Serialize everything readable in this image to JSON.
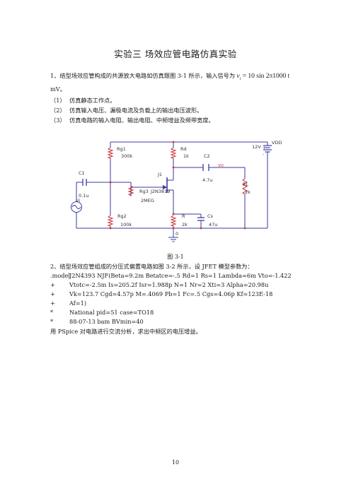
{
  "title": "实验三  场效应管电路仿真实验",
  "q1": {
    "intro": "1、结型场效应管构成的共源放大电路如仿真题图 3-1 所示，输入信号为",
    "eq_var": "v",
    "eq_sub": "i",
    "eq_rest": " = 10 sin 2π1000 t",
    "unit": "mV。",
    "items": [
      {
        "num": "（1）",
        "text": "仿真静态工作点。"
      },
      {
        "num": "（2）",
        "text": "仿真输入电压、漏极电流及负载上的输出电压波形。"
      },
      {
        "num": "（3）",
        "text": "仿真电路的输入电阻、输出电阻、中频增益及频带宽度。"
      }
    ]
  },
  "circuit": {
    "labels": {
      "rg1": "Rg1",
      "rg1_val": "300k",
      "rd": "Rd",
      "rd_val": "1k",
      "c2": "C2",
      "c2_val": "4.7u",
      "vdd": "VDD",
      "vdd_val": "12V",
      "c1": "C1",
      "c1_val": "0.1u",
      "vi": "Vi",
      "j1": "J1",
      "j1_model": "J2N3819",
      "rg3": "Rg3",
      "rg3_val": "2MEG",
      "rl": "RL",
      "rl_val": "2k",
      "rg2": "Rg2",
      "rg2_val": "100k",
      "r": "R",
      "r_val": "2k",
      "cs": "Cs",
      "cs_val": "47u",
      "vo": "VO",
      "ground": "0",
      "plus": "+",
      "minus": "-"
    }
  },
  "figure_caption": "图 3-1",
  "q2": {
    "intro": "2、结型场效应管组成的分压式偏置电路如图 3-2 所示，设 JFET 模型参数为：",
    "lines": [
      {
        "prefix": ".model",
        "text": "J2N4393      NJF(Beta=9.2m Betatce=-.5 Rd=1 Rs=1 Lambda=6m Vto=-1.422"
      },
      {
        "prefix": "+",
        "text": "Vtotc=-2.5m Is=205.2f Isr=1.988p N=1 Nr=2 Xti=3 Alpha=20.98u"
      },
      {
        "prefix": "+",
        "text": "Vk=123.7 Cgd=4.57p M=.4069 Pb=1 Fc=.5 Cgs=4.06p Kf=123E-18"
      },
      {
        "prefix": "+",
        "text": "Af=1)"
      },
      {
        "prefix": "*",
        "text": "National  pid=51           case=TO18"
      },
      {
        "prefix": "*",
        "text": "88-07-13 bam  BVmin=40"
      }
    ],
    "closing": "用 PSpice 对电路进行交流分析，求出中频区的电压增益。"
  },
  "page_number": "10"
}
